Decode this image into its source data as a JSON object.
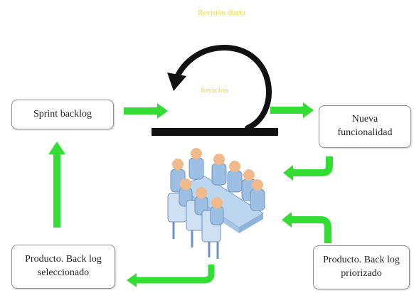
{
  "labels": {
    "daily_review": "Revisión diaria",
    "iteration": "Iteración"
  },
  "boxes": {
    "sprint_backlog": "Sprint backlog",
    "new_functionality": "Nueva\nfuncionalidad",
    "selected_backlog": "Producto. Back log\nseleccionado",
    "prioritized_backlog": "Producto. Back log\npriorizado"
  },
  "colors": {
    "arrow_green": "#33dd33",
    "label_yellow": "#f2d64a",
    "loop_black": "#111111"
  },
  "icons": [
    "cycle-arrow-icon",
    "team-meeting-icon"
  ]
}
